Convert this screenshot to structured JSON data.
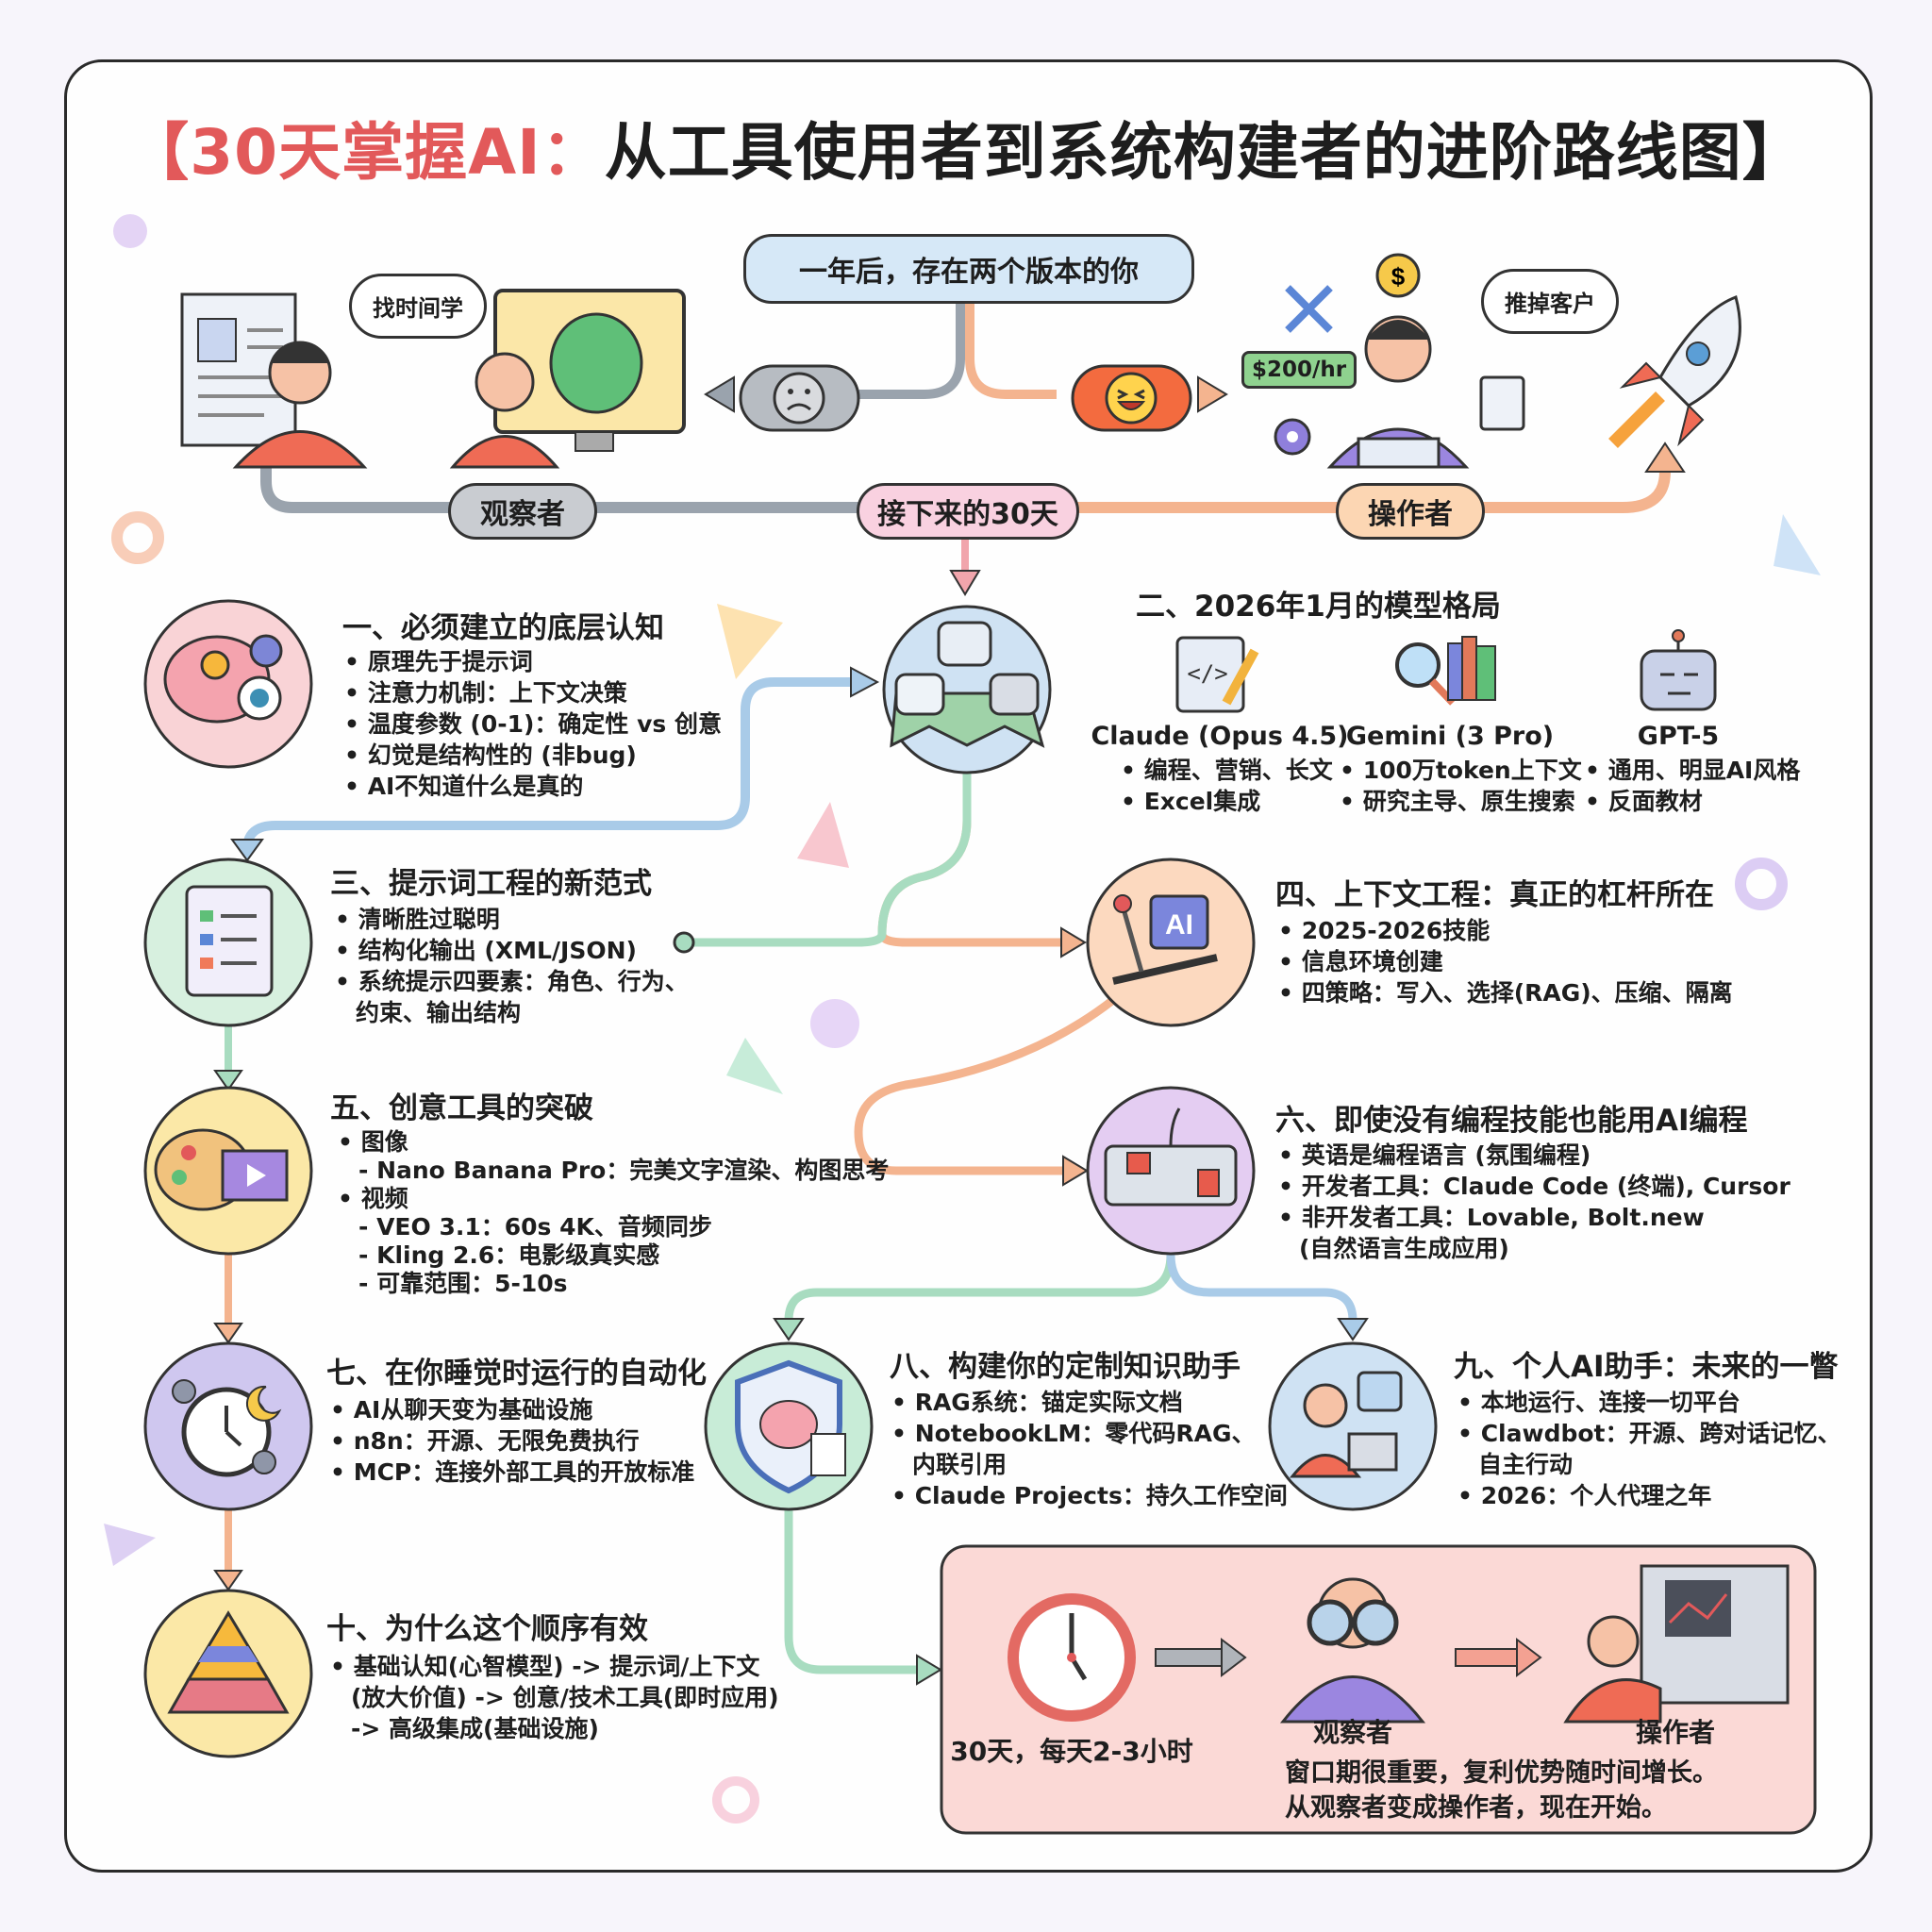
{
  "title": {
    "prefix": "【30天掌握AI：",
    "rest": "从工具使用者到系统构建者的进阶路线图】"
  },
  "top": {
    "versions_label": "一年后，存在两个版本的你",
    "thought_left": "找时间学",
    "thought_right": "推掉客户",
    "rate_tag": "$200/hr",
    "timeline": {
      "observer": "观察者",
      "next30": "接下来的30天",
      "operator": "操作者"
    }
  },
  "sections": {
    "s1": {
      "title": "一、必须建立的底层认知",
      "items": [
        "原理先于提示词",
        "注意力机制：上下文决策",
        "温度参数 (0-1)：确定性 vs 创意",
        "幻觉是结构性的 (非bug)",
        "AI不知道什么是真的"
      ]
    },
    "s2": {
      "title": "二、2026年1月的模型格局",
      "models": [
        {
          "name": "Claude (Opus 4.5)",
          "items": [
            "编程、营销、长文",
            "Excel集成"
          ]
        },
        {
          "name": "Gemini (3 Pro)",
          "items": [
            "100万token上下文",
            "研究主导、原生搜索"
          ]
        },
        {
          "name": "GPT-5",
          "items": [
            "通用、明显AI风格",
            "反面教材"
          ]
        }
      ]
    },
    "s3": {
      "title": "三、提示词工程的新范式",
      "items": [
        "清晰胜过聪明",
        "结构化输出 (XML/JSON)",
        "系统提示四要素：角色、行为、",
        "约束、输出结构"
      ]
    },
    "s4": {
      "title": "四、上下文工程：真正的杠杆所在",
      "items": [
        "2025-2026技能",
        "信息环境创建",
        "四策略：写入、选择(RAG)、压缩、隔离"
      ]
    },
    "s5": {
      "title": "五、创意工具的突破",
      "items": [
        "图像",
        "- Nano Banana Pro：完美文字渲染、构图思考",
        "视频",
        "- VEO 3.1：60s 4K、音频同步",
        "- Kling 2.6：电影级真实感",
        "- 可靠范围：5-10s"
      ]
    },
    "s6": {
      "title": "六、即使没有编程技能也能用AI编程",
      "items": [
        "英语是编程语言 (氛围编程)",
        "开发者工具：Claude Code (终端), Cursor",
        "非开发者工具：Lovable, Bolt.new",
        "(自然语言生成应用)"
      ]
    },
    "s7": {
      "title": "七、在你睡觉时运行的自动化",
      "items": [
        "AI从聊天变为基础设施",
        "n8n：开源、无限免费执行",
        "MCP：连接外部工具的开放标准"
      ]
    },
    "s8": {
      "title": "八、构建你的定制知识助手",
      "items": [
        "RAG系统：锚定实际文档",
        "NotebookLM：零代码RAG、",
        "内联引用",
        "Claude Projects：持久工作空间"
      ]
    },
    "s9": {
      "title": "九、个人AI助手：未来的一瞥",
      "items": [
        "本地运行、连接一切平台",
        "Clawdbot：开源、跨对话记忆、",
        "自主行动",
        "2026：个人代理之年"
      ]
    },
    "s10": {
      "title": "十、为什么这个顺序有效",
      "items": [
        "基础认知(心智模型) -> 提示词/上下文",
        "(放大价值) -> 创意/技术工具(即时应用)",
        "-> 高级集成(基础设施)"
      ]
    }
  },
  "summary": {
    "time_label": "30天，每天2-3小时",
    "observer": "观察者",
    "operator": "操作者",
    "line1": "窗口期很重要，复利优势随时间增长。",
    "line2": "从观察者变成操作者，现在开始。"
  },
  "colors": {
    "accent_red": "#e2595a",
    "gray_path": "#9aa3ad",
    "orange_path": "#f4b48f",
    "blue_path": "#a9cbe8",
    "green_path": "#a8dcc0",
    "summary_bg": "#fbd9d6"
  }
}
